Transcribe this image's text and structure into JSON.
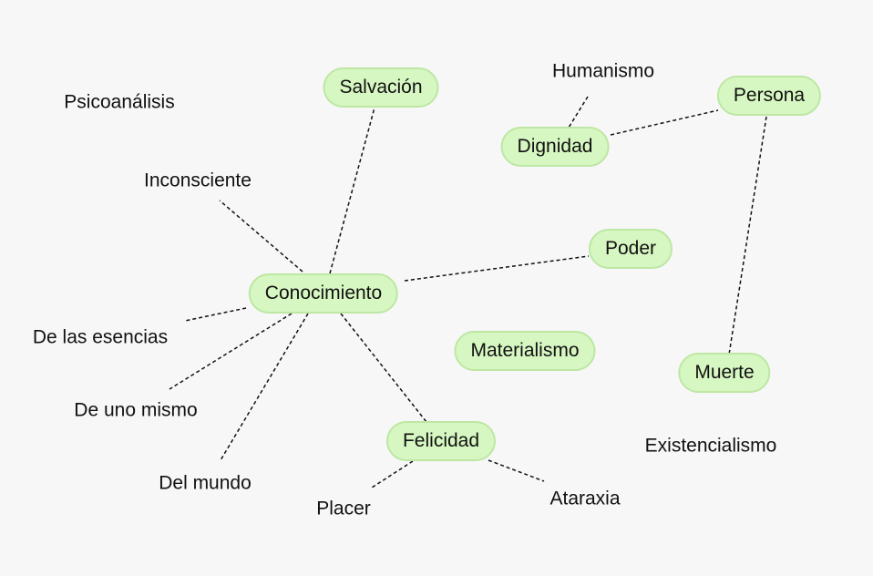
{
  "theme": {
    "node_fill": "#d7f7c2",
    "node_border": "#bde7a3",
    "edge_color": "#111111"
  },
  "map": {
    "nodes": {
      "salvacion": "Salvación",
      "humanismo": "Humanismo",
      "persona": "Persona",
      "psicoanalisis": "Psicoanálisis",
      "dignidad": "Dignidad",
      "inconsciente": "Inconsciente",
      "poder": "Poder",
      "conocimiento": "Conocimiento",
      "de_las_esencias": "De las esencias",
      "materialismo": "Materialismo",
      "muerte": "Muerte",
      "de_uno_mismo": "De uno mismo",
      "felicidad": "Felicidad",
      "existencialismo": "Existencialismo",
      "del_mundo": "Del mundo",
      "placer": "Placer",
      "ataraxia": "Ataraxia"
    }
  }
}
